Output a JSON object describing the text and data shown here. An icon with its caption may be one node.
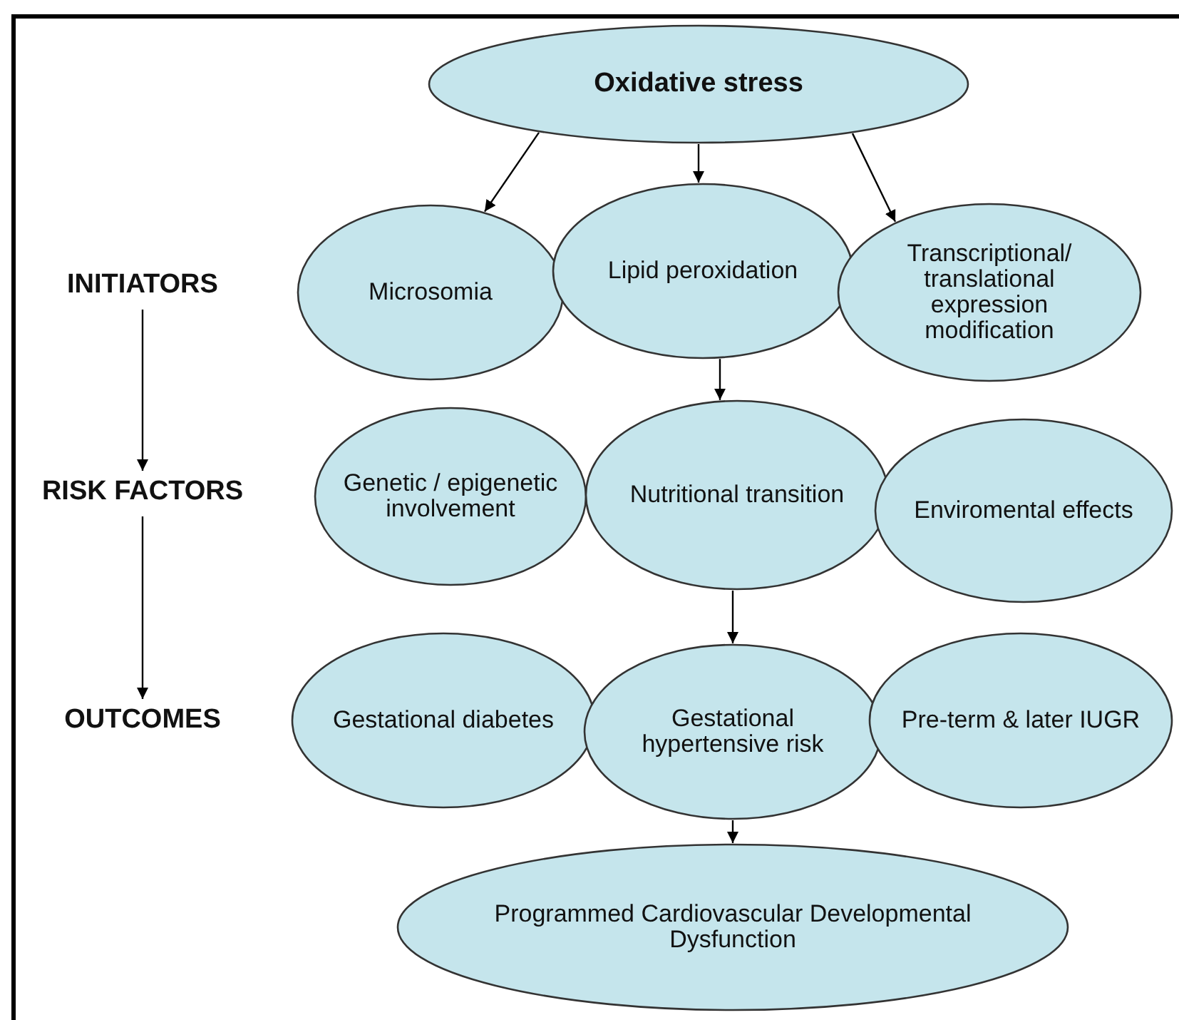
{
  "diagram": {
    "nodes": [
      {
        "text": [
          "Oxidative stress"
        ]
      },
      {
        "text": [
          "INITIATORS"
        ]
      },
      {
        "text": [
          "Microsomia"
        ]
      },
      {
        "text": [
          "Lipid peroxidation"
        ]
      },
      {
        "text": [
          "Transcriptional/ translational expression modification"
        ]
      },
      {
        "text": [
          "RISK FACTORS"
        ]
      },
      {
        "text": [
          "Genetic / epigenetic involvement"
        ]
      },
      {
        "text": [
          "Nutritional transition"
        ]
      },
      {
        "text": [
          "Enviromental effects"
        ]
      },
      {
        "text": [
          "OUTCOMES"
        ]
      },
      {
        "text": [
          "Gestational diabetes"
        ]
      },
      {
        "text": [
          "Gestational hypertensive risk"
        ]
      },
      {
        "text": [
          "Pre-term & later IUGR"
        ]
      },
      {
        "text": [
          "Programmed Cardiovascular Developmental Dysfunction"
        ]
      }
    ],
    "edges": [
      {
        "from": 0,
        "to": 2,
        "arrow": "to"
      },
      {
        "from": 0,
        "to": 3,
        "arrow": "to"
      },
      {
        "from": 0,
        "to": 4,
        "arrow": "to"
      },
      {
        "from": 3,
        "to": 7,
        "arrow": "to"
      },
      {
        "from": 7,
        "to": 11,
        "arrow": "to"
      },
      {
        "from": 11,
        "to": 13,
        "arrow": "to"
      },
      {
        "from": 1,
        "to": 5,
        "arrow": "to"
      },
      {
        "from": 5,
        "to": 9,
        "arrow": "to"
      }
    ]
  }
}
